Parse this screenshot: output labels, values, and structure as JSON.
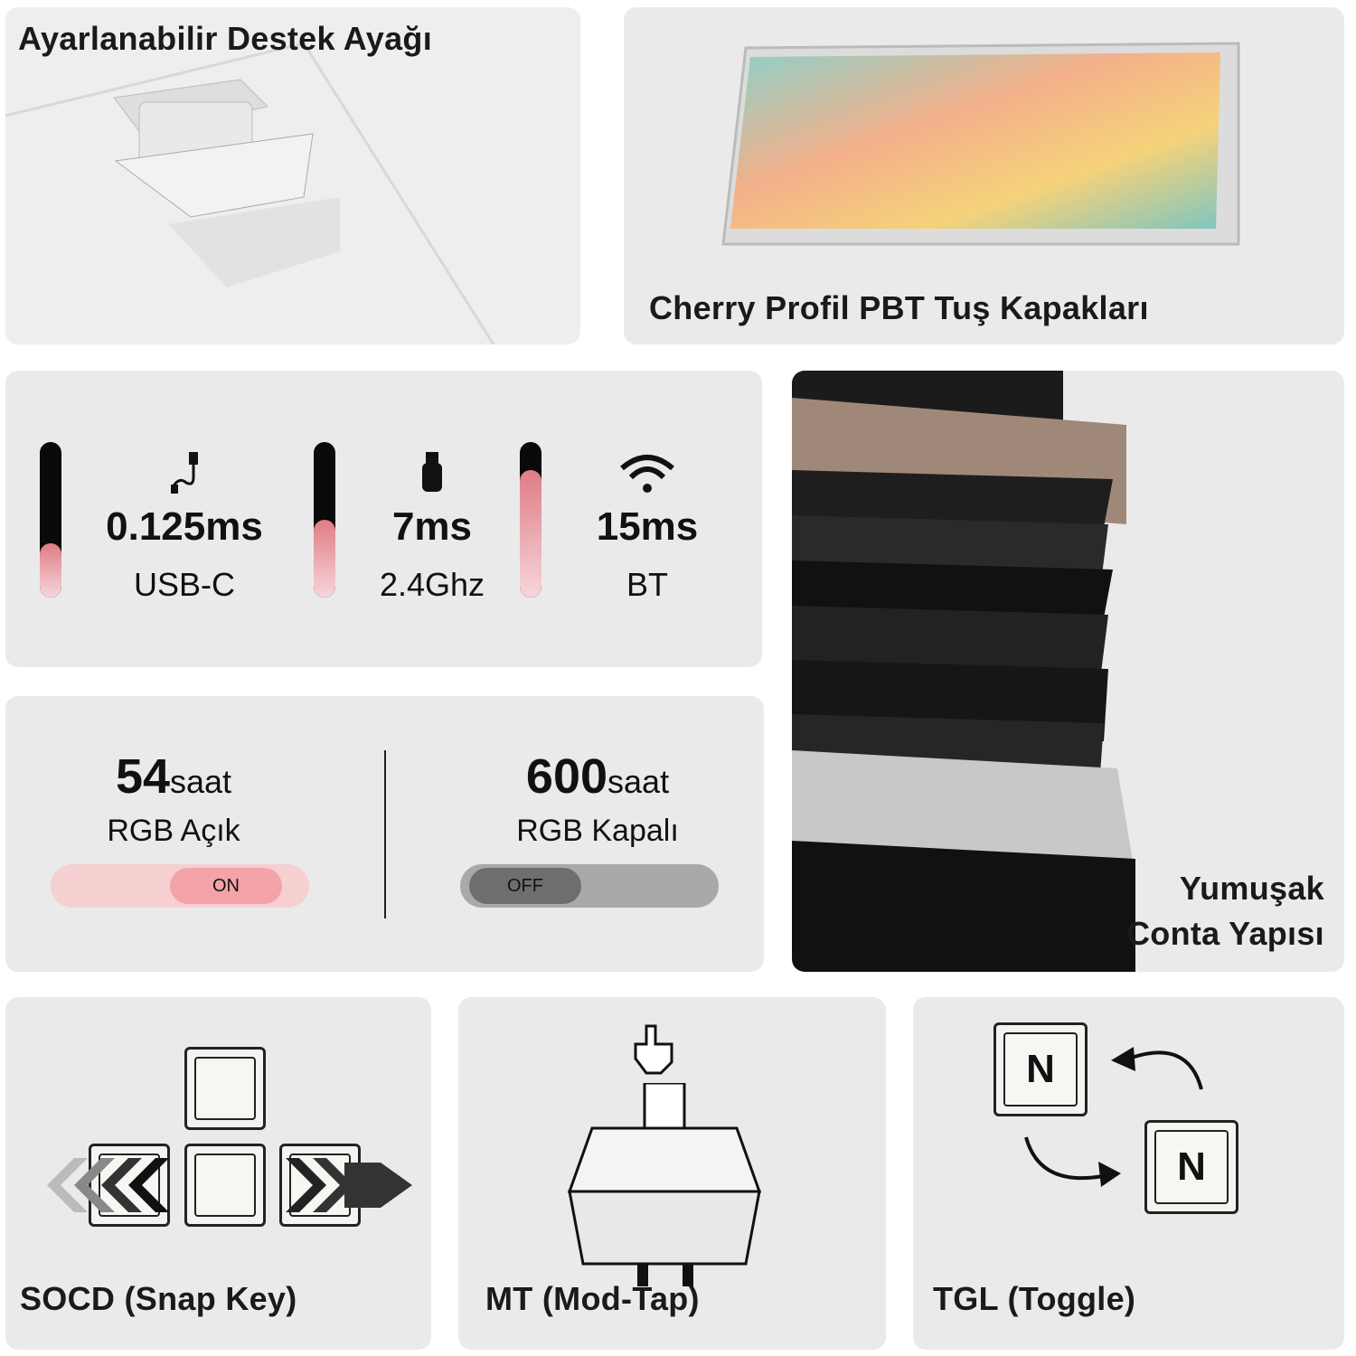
{
  "stand": {
    "title": "Ayarlanabilir Destek Ayağı"
  },
  "keycaps": {
    "title": "Cherry Profil PBT Tuş Kapakları"
  },
  "latency": [
    {
      "value": "0.125ms",
      "label": "USB-C",
      "icon": "usb-cable-icon",
      "level": 0.35
    },
    {
      "value": "7ms",
      "label": "2.4Ghz",
      "icon": "usb-dongle-icon",
      "level": 0.5
    },
    {
      "value": "15ms",
      "label": "BT",
      "icon": "wifi-icon",
      "level": 0.82
    }
  ],
  "battery": [
    {
      "number": "54",
      "unit": "saat",
      "label": "RGB Açık",
      "toggle": "ON"
    },
    {
      "number": "600",
      "unit": "saat",
      "label": "RGB Kapalı",
      "toggle": "OFF"
    }
  ],
  "gasket": {
    "line1": "Yumuşak",
    "line2": "Conta Yapısı"
  },
  "features": [
    {
      "title": "SOCD (Snap Key)"
    },
    {
      "title": "MT (Mod-Tap)"
    },
    {
      "title": "TGL (Toggle)",
      "key_letter": "N"
    }
  ],
  "colors": {
    "panel": "#ebeaeb",
    "pink": "#f4a3a8",
    "dark": "#0a0a0a"
  }
}
